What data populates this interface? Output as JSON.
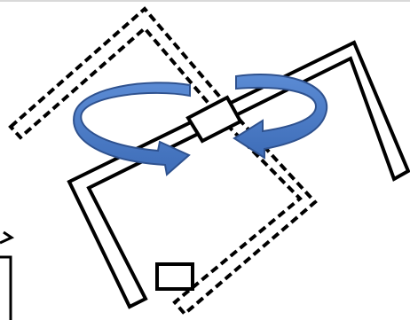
{
  "diagram": {
    "description_labels": [],
    "colors": {
      "outline": "#000000",
      "background": "#ffffff",
      "arrow_fill": "#4472c4",
      "arrow_stroke": "#2f528f",
      "top_rule": "#d9d9d9"
    },
    "elements": [
      "solid-frame",
      "dashed-frame",
      "hinge-block",
      "rotation-arrow-left",
      "rotation-arrow-right",
      "small-square",
      "edge-shape"
    ]
  }
}
